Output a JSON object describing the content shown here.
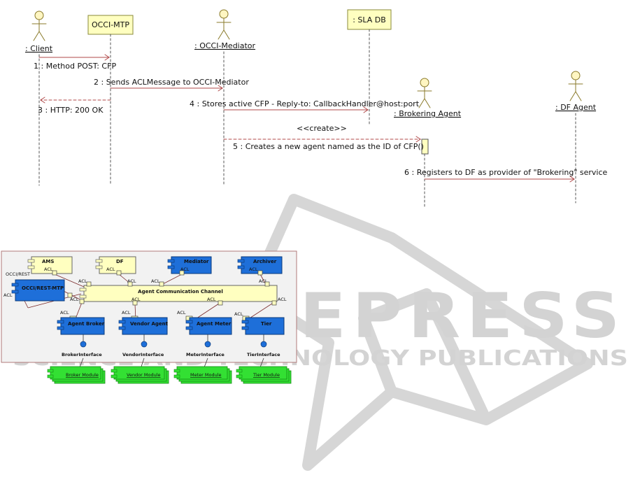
{
  "sequence": {
    "participants": [
      {
        "id": "client",
        "kind": "actor",
        "label": ": Client",
        "colors": {
          "fill": "#fff6c2",
          "stroke": "#8a7a2a"
        }
      },
      {
        "id": "mtp",
        "kind": "box",
        "label": "OCCI-MTP"
      },
      {
        "id": "mediator",
        "kind": "actor",
        "label": ": OCCI-Mediator"
      },
      {
        "id": "sladb",
        "kind": "box",
        "label": ": SLA DB"
      },
      {
        "id": "broker",
        "kind": "actor",
        "label": ": Brokering Agent"
      },
      {
        "id": "df",
        "kind": "actor",
        "label": ": DF Agent"
      }
    ],
    "messages": [
      {
        "id": "m1",
        "label": "1 : Method POST: CFP"
      },
      {
        "id": "m2",
        "label": "2 : Sends ACLMessage to OCCI-Mediator"
      },
      {
        "id": "m3",
        "label": "3 : HTTP: 200 OK"
      },
      {
        "id": "m4",
        "label": "4 : Stores active CFP - Reply-to: CallbackHandler@host:port"
      },
      {
        "id": "m5_stereo",
        "label": "<<create>>"
      },
      {
        "id": "m5",
        "label": "5 : Creates a new agent named as the ID of CFP()"
      },
      {
        "id": "m6",
        "label": "6 : Registers to DF as provider of \"Brokering\" service"
      }
    ]
  },
  "component": {
    "top_components": [
      {
        "id": "ams",
        "label": "AMS",
        "port": "ACL",
        "style": "yellow"
      },
      {
        "id": "df",
        "label": "DF",
        "port": "ACL",
        "style": "yellow"
      },
      {
        "id": "mediator",
        "label": "Mediator",
        "port": "ACL",
        "style": "blue"
      },
      {
        "id": "archiver",
        "label": "Archiver",
        "port": "ACL",
        "style": "blue"
      }
    ],
    "mtp": {
      "label": "OCCI/REST-MTP",
      "port_top": "OCCI/REST",
      "port_left": "ACL"
    },
    "channel": {
      "label": "Agent Communication Channel"
    },
    "channel_ports": [
      "ACL",
      "ACL",
      "ACL",
      "ACL",
      "ACL",
      "ACL",
      "ACL",
      "ACL"
    ],
    "agents": [
      {
        "id": "broker",
        "label": "Agent Broker",
        "port": "ACL",
        "interface": "BrokerInterface",
        "module": "Broker Module"
      },
      {
        "id": "vendor",
        "label": "Vendor Agent",
        "port": "ACL",
        "interface": "VendorInterface",
        "module": "Vendor Module"
      },
      {
        "id": "meter",
        "label": "Agent Meter",
        "port": "ACL",
        "interface": "MeterInterface",
        "module": "Meter Module"
      },
      {
        "id": "tier",
        "label": "Tier",
        "port": "ACL",
        "interface": "TierInterface",
        "module": "Tier Module"
      }
    ]
  },
  "watermark": {
    "big": "SCITEPRESS",
    "small": "SCIENCE AND TECHNOLOGY PUBLICATIONS"
  },
  "colors": {
    "yellow": "#ffffc0",
    "blue": "#1e6fd9",
    "green": "#33e033",
    "green_border": "#128a12",
    "container": "#f2f2f2",
    "container_border": "#b07a7a",
    "line": "#333333",
    "watermark": "#cfcfcf"
  }
}
